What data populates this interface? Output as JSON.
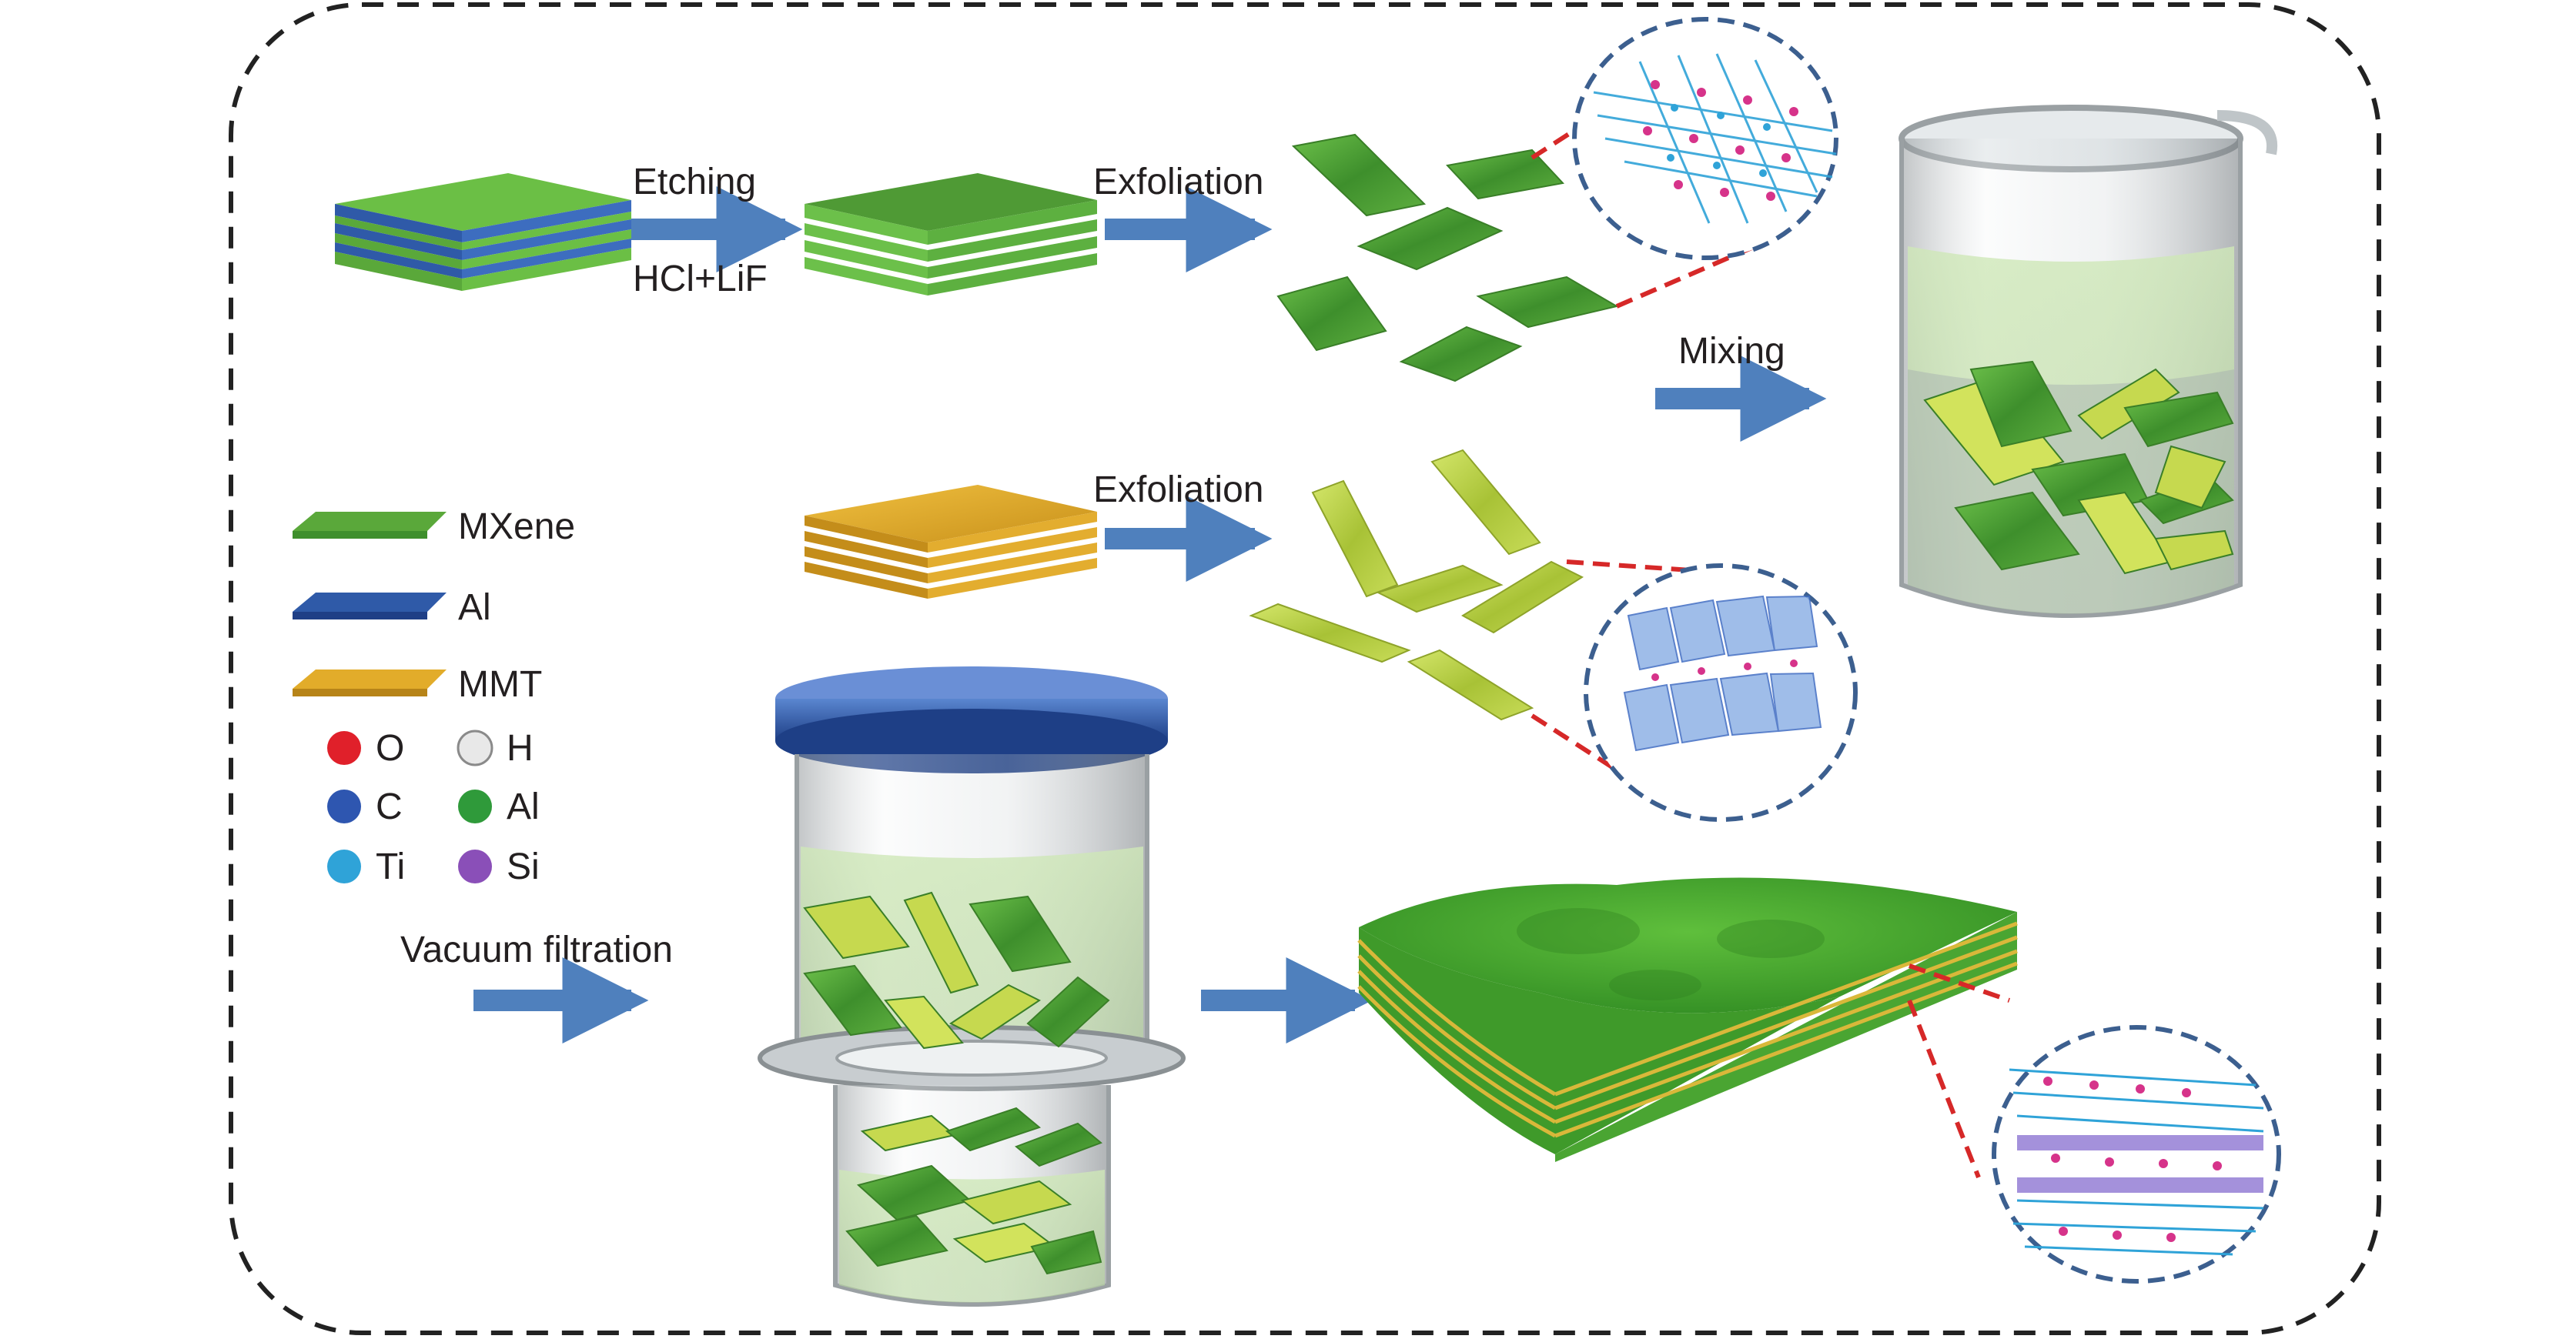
{
  "process": {
    "etching": "Etching",
    "etchant": "HCl+LiF",
    "exfoliation_top": "Exfoliation",
    "exfoliation_mid": "Exfoliation",
    "mixing": "Mixing",
    "vacuum_filtration": "Vacuum filtration"
  },
  "legend": {
    "layers": [
      {
        "label": "MXene",
        "color": "#4a9a32"
      },
      {
        "label": "Al",
        "color": "#2f5aa8"
      },
      {
        "label": "MMT",
        "color": "#d9a21c"
      }
    ],
    "atoms": [
      {
        "label": "O",
        "color": "#e0202a"
      },
      {
        "label": "H",
        "color": "#e8e8e8"
      },
      {
        "label": "C",
        "color": "#2e56b0"
      },
      {
        "label": "Al",
        "color": "#2f9a3a"
      },
      {
        "label": "Ti",
        "color": "#2fa3d8"
      },
      {
        "label": "Si",
        "color": "#8a4fb8"
      }
    ]
  },
  "colors": {
    "mxene": "#4a9a32",
    "mmt_flake": "#bcd34a",
    "arrow": "#4f80bd",
    "zoom_line": "#d62828",
    "zoom_circle": "#3c5f8f",
    "border": "#222222"
  }
}
